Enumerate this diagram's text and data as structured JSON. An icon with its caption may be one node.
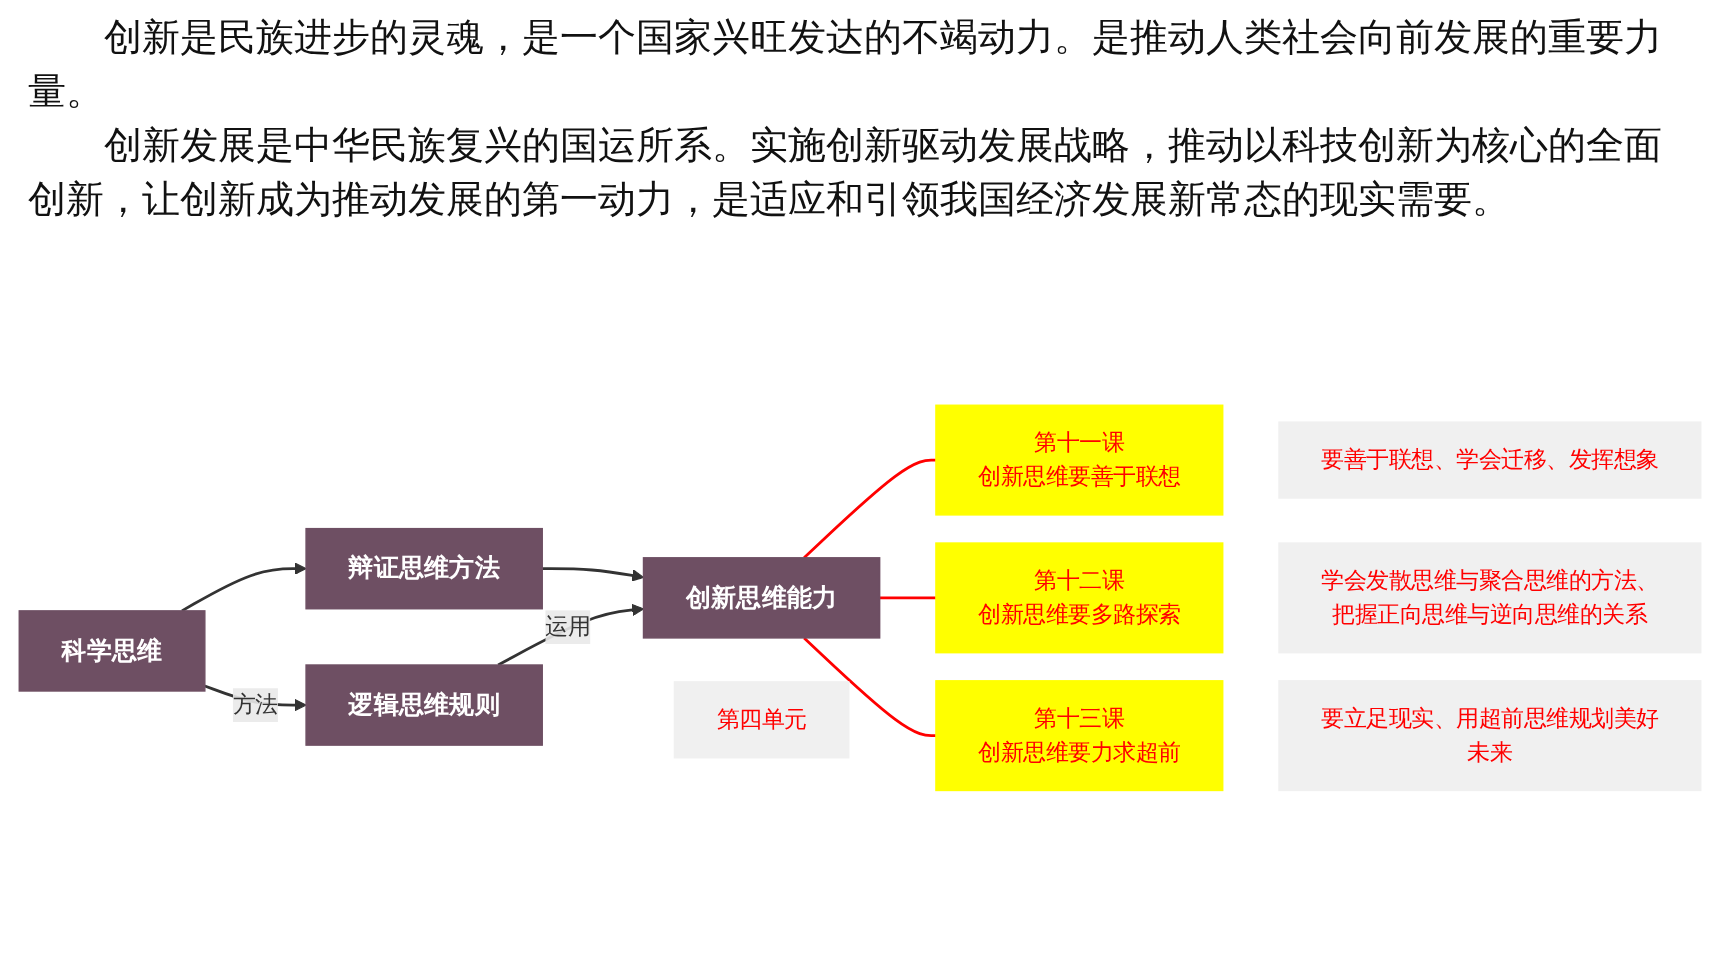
{
  "diagram": {
    "nodes": [
      {
        "text": [
          "科学思维"
        ]
      },
      {
        "text": [
          "逻辑思维规则"
        ]
      },
      {
        "text": [
          "辩证思维方法"
        ]
      },
      {
        "text": [
          "创新思维能力"
        ]
      },
      {
        "text": [
          "第四单元"
        ]
      },
      {
        "text": [
          "第十一课",
          "创新思维要善于联想"
        ]
      },
      {
        "text": [
          "要善于联想、学会迁移、发挥想象"
        ]
      },
      {
        "text": [
          "第十二课",
          "创新思维要多路探索"
        ]
      },
      {
        "text": [
          "学会发散思维与聚合思维的方法、把握正向思维与逆向思维的关系"
        ]
      },
      {
        "text": [
          "第十三课",
          "创新思维要力求超前"
        ]
      },
      {
        "text": [
          "要立足现实、用超前思维规划美好未来"
        ]
      }
    ],
    "edges": [
      {
        "from": 0,
        "to": 1,
        "arrow": "to",
        "label": "方法"
      },
      {
        "from": 0,
        "to": 2,
        "arrow": "to"
      },
      {
        "from": 1,
        "to": 3,
        "arrow": "to",
        "label": "运用"
      },
      {
        "from": 2,
        "to": 3,
        "arrow": "to"
      },
      {
        "from": 3,
        "to": 5,
        "arrow": "none",
        "color": "#ff0000"
      },
      {
        "from": 3,
        "to": 7,
        "arrow": "none",
        "color": "#ff0000"
      },
      {
        "from": 3,
        "to": 9,
        "arrow": "none",
        "color": "#ff0000"
      }
    ],
    "labels": [
      "创新是民族进步的灵魂，是一个国家兴旺发达的不竭动力。是推动人类社会向前发展的重要力量。",
      "创新发展是中华民族复兴的国运所系。实施创新驱动发展战略，推动以科技创新为核心的全面创新，让创新成为推动发展的第一动力，是适应和引领我国经济发展新常态的现实需要。"
    ]
  }
}
